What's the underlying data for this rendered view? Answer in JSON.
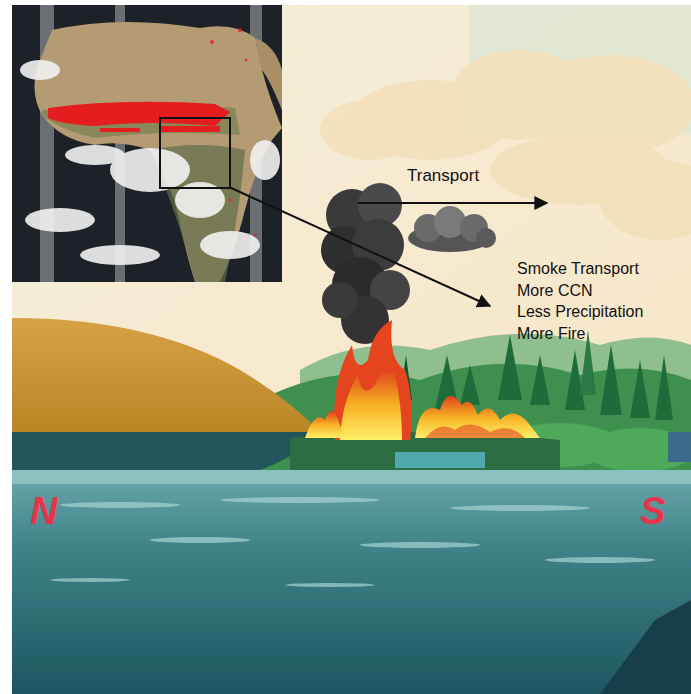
{
  "diagram": {
    "labels": [
      "Transport",
      "Smoke Transport",
      "More CCN",
      "Less Precipitation",
      "More Fire",
      "N",
      "S"
    ]
  }
}
